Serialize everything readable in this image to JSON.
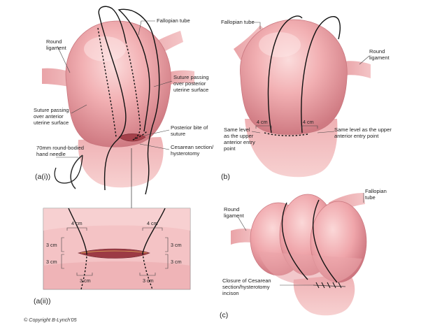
{
  "panels": {
    "a1": {
      "tag": "(a(i))",
      "labels": {
        "round_ligament": [
          "Round",
          "ligament"
        ],
        "fallopian_tube": "Fallopian tube",
        "suture_posterior": [
          "Suture passing",
          "over posterior",
          "uterine surface"
        ],
        "suture_anterior": [
          "Suture passing",
          "over anterior",
          "uterine surface"
        ],
        "posterior_bite": [
          "Posterior bite of",
          "suture"
        ],
        "cesarean": [
          "Cesarean section/",
          "hysterotomy"
        ],
        "needle": [
          "70mm round-bodied",
          "hand needle"
        ]
      }
    },
    "b": {
      "tag": "(b)",
      "labels": {
        "fallopian_tube": "Fallopian tube",
        "round_ligament": [
          "Round",
          "ligament"
        ],
        "same_level_left": [
          "Same level",
          "as the upper",
          "anterior entry",
          "point"
        ],
        "same_level_right": [
          "Same level as the upper",
          "anterior entry point"
        ],
        "measure_left": "4 cm",
        "measure_right": "4 cm"
      }
    },
    "a2": {
      "tag": "(a(ii))",
      "measures": {
        "top_left": "4 cm",
        "top_right": "4 cm",
        "left_upper": "3 cm",
        "left_lower": "3 cm",
        "right_upper": "3 cm",
        "right_lower": "3 cm",
        "bottom_left": "3 cm",
        "bottom_right": "3 cm"
      }
    },
    "c": {
      "tag": "(c)",
      "labels": {
        "round_ligament": [
          "Round",
          "ligament"
        ],
        "fallopian_tube": [
          "Fallopian",
          "tube"
        ],
        "closure": [
          "Closure of Cesarean",
          "section/hysterotomy",
          "incison"
        ]
      }
    }
  },
  "copyright": "© Copyright B-Lynch'05",
  "colors": {
    "uterus_light": "#f6c4c4",
    "uterus_mid": "#e89a9e",
    "uterus_dark": "#c86a72",
    "suture": "#111111"
  }
}
